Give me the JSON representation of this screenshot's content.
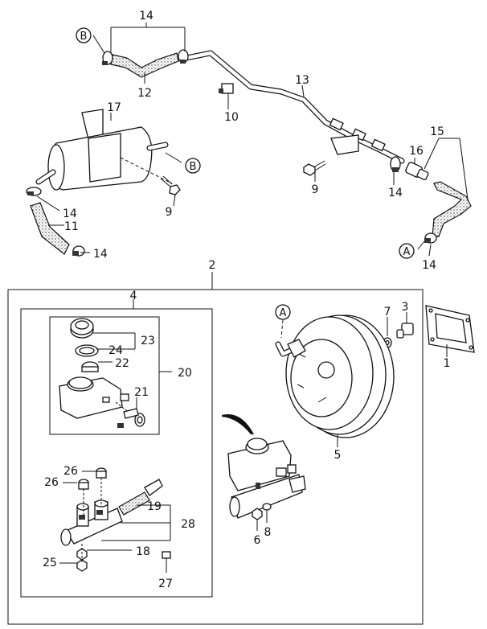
{
  "diagram": {
    "part_labels": {
      "p1": "1",
      "p2": "2",
      "p3": "3",
      "p4": "4",
      "p5": "5",
      "p6": "6",
      "p7": "7",
      "p8": "8",
      "p9a": "9",
      "p9b": "9",
      "p10": "10",
      "p11": "11",
      "p12": "12",
      "p13": "13",
      "p14a": "14",
      "p14b": "14",
      "p14c": "14",
      "p14d": "14",
      "p14e": "14",
      "p15": "15",
      "p16": "16",
      "p17": "17",
      "p18": "18",
      "p19": "19",
      "p20": "20",
      "p21": "21",
      "p22": "22",
      "p23": "23",
      "p24": "24",
      "p25": "25",
      "p26a": "26",
      "p26b": "26",
      "p27": "27",
      "p28": "28"
    },
    "ref_markers": {
      "a1": "A",
      "a2": "A",
      "b1": "B",
      "b2": "B"
    }
  }
}
